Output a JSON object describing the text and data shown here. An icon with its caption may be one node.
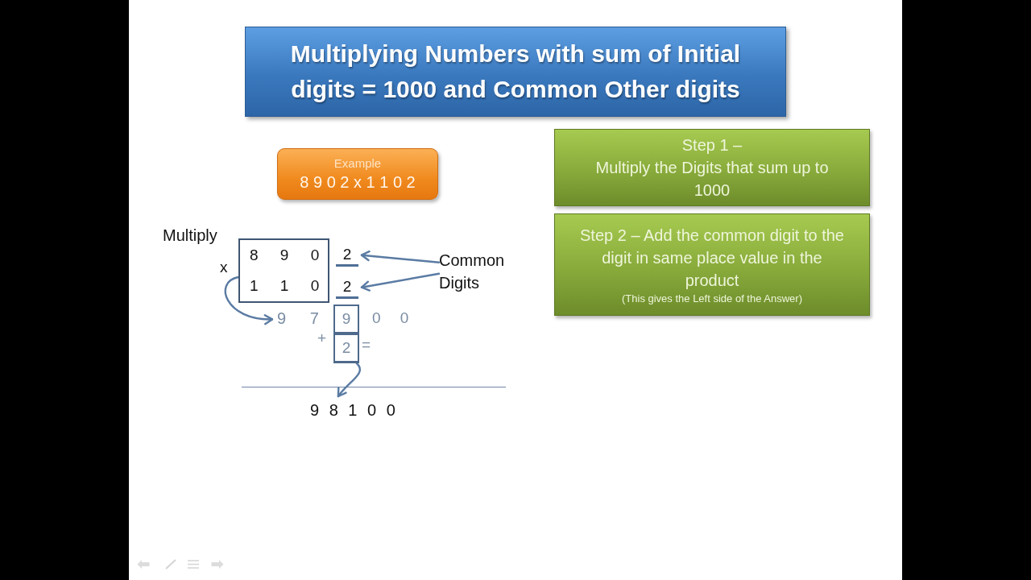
{
  "diagram": {
    "title": "Multiplying Numbers with sum of Initial digits = 1000 and Common Other digits",
    "nodes": [
      {
        "text": [
          "Example",
          "8 9 0 2 x 1 1 0 2"
        ]
      },
      {
        "text": [
          "Step 1 –",
          "Multiply the Digits that sum up to 1000"
        ]
      },
      {
        "text": [
          "Step 2 – Add the common digit to the digit in same place value in the product",
          "(This gives the Left side of the Answer)"
        ]
      },
      {
        "text": [
          "8 9 0",
          "1 1 0"
        ]
      },
      {
        "text": [
          "2"
        ]
      },
      {
        "text": [
          "Common Digits"
        ]
      },
      {
        "text": [
          "2"
        ]
      },
      {
        "text": [
          "9 7"
        ]
      },
      {
        "text": [
          "9"
        ]
      },
      {
        "text": [
          "2"
        ]
      },
      {
        "text": [
          "9 8 1 0 0"
        ]
      }
    ],
    "edges": [
      {
        "from": 5,
        "to": 4,
        "arrow": "to"
      },
      {
        "from": 5,
        "to": 6,
        "arrow": "to"
      },
      {
        "from": 3,
        "to": 7,
        "arrow": "to"
      },
      {
        "from": 9,
        "to": 10,
        "arrow": "to"
      }
    ],
    "labels": [
      "Multiply",
      "x",
      "0 0",
      "+",
      "="
    ]
  }
}
